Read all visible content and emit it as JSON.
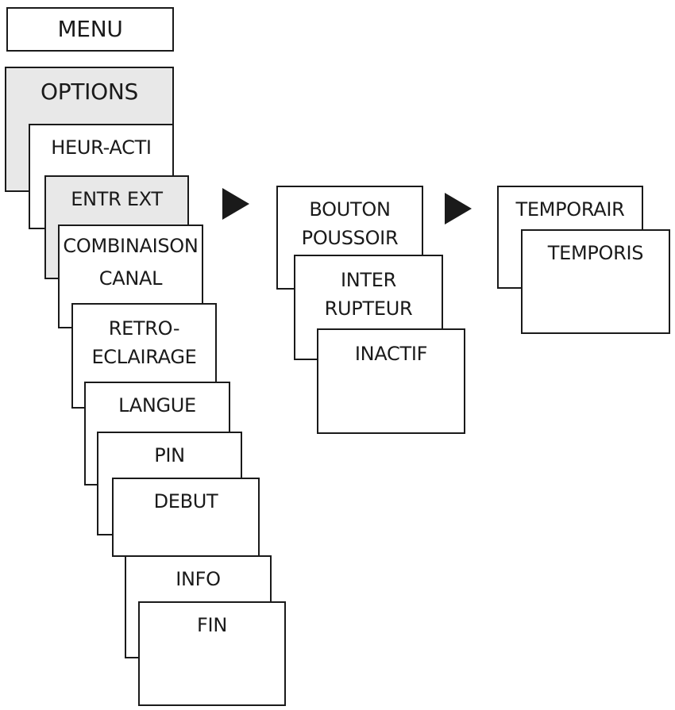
{
  "menu": {
    "root": "MENU",
    "options": "OPTIONS"
  },
  "options_items": {
    "heur_acti": "HEUR-ACTI",
    "entr_ext": "ENTR EXT",
    "combinaison_l1": "COMBINAISON",
    "combinaison_l2": "CANAL",
    "retro_l1": "RETRO-",
    "retro_l2": "ECLAIRAGE",
    "langue": "LANGUE",
    "pin": "PIN",
    "debut": "DEBUT",
    "info": "INFO",
    "fin": "FIN"
  },
  "entr_ext_items": {
    "bouton_l1": "BOUTON",
    "bouton_l2": "POUSSOIR",
    "inter_l1": "INTER",
    "inter_l2": "RUPTEUR",
    "inactif": "INACTIF"
  },
  "bouton_items": {
    "temporair": "TEMPORAIR",
    "temporis": "TEMPORIS"
  },
  "colors": {
    "stroke": "#1a1a1a",
    "highlight": "#e8e8e8",
    "background": "#ffffff"
  },
  "icons": {
    "arrow": "triangle-right-icon"
  }
}
